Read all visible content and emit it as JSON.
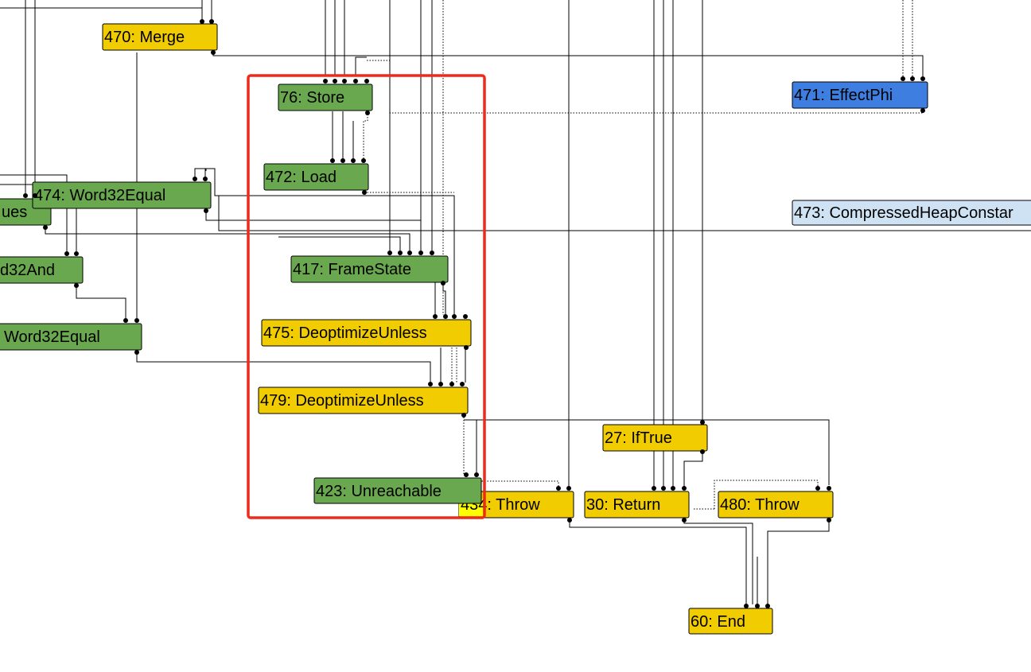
{
  "graph": {
    "title": "TurboFan sea-of-nodes graph view",
    "colors": {
      "control": "#f0cc00",
      "value": "#6aa84f",
      "effect_phi": "#3d7ee0",
      "constant": "#cfe2f3",
      "highlight": "#ffff00",
      "selection": "#ee2a1b"
    },
    "nodes": {
      "n470": {
        "label": "470: Merge",
        "kind": "control"
      },
      "n76": {
        "label": "76: Store",
        "kind": "value"
      },
      "n471": {
        "label": "471: EffectPhi",
        "kind": "effect_phi"
      },
      "n472": {
        "label": "472: Load",
        "kind": "value"
      },
      "n474": {
        "label": "474: Word32Equal",
        "kind": "value"
      },
      "nues": {
        "label": "ues",
        "kind": "value"
      },
      "n473": {
        "label": "473: CompressedHeapConstar",
        "kind": "constant"
      },
      "nand": {
        "label": "d32And",
        "kind": "value"
      },
      "n417": {
        "label": "417: FrameState",
        "kind": "value"
      },
      "nweq": {
        "label": "Word32Equal",
        "kind": "value"
      },
      "n475": {
        "label": "475: DeoptimizeUnless",
        "kind": "control"
      },
      "n479": {
        "label": "479: DeoptimizeUnless",
        "kind": "control"
      },
      "n27": {
        "label": "27: IfTrue",
        "kind": "control"
      },
      "n423": {
        "label": "423: Unreachable",
        "kind": "value"
      },
      "n434": {
        "label": "434: Throw",
        "kind": "control"
      },
      "n30": {
        "label": "30: Return",
        "kind": "control"
      },
      "n480": {
        "label": "480: Throw",
        "kind": "control"
      },
      "n60": {
        "label": "60: End",
        "kind": "control"
      }
    }
  }
}
